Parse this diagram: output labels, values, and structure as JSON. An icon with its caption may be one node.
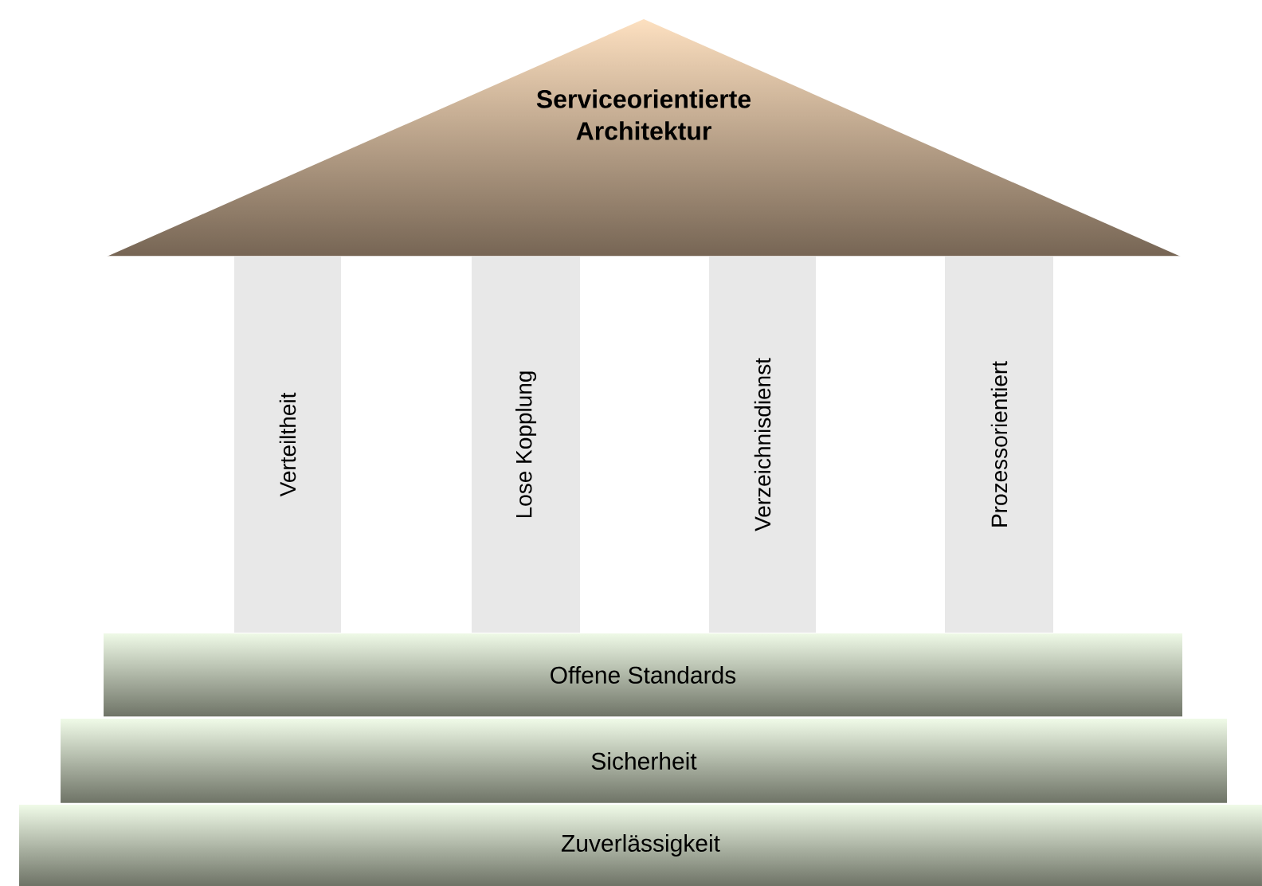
{
  "diagram": {
    "nodes": [
      {
        "text": [
          "Serviceorientierte Architektur"
        ]
      },
      {
        "text": [
          "Verteiltheit"
        ]
      },
      {
        "text": [
          "Lose Kopplung"
        ]
      },
      {
        "text": [
          "Verzeichnisdienst"
        ]
      },
      {
        "text": [
          "Prozessorientiert"
        ]
      },
      {
        "text": [
          "Offene Standards"
        ]
      },
      {
        "text": [
          "Sicherheit"
        ]
      },
      {
        "text": [
          "Zuverlässigkeit"
        ]
      }
    ]
  }
}
